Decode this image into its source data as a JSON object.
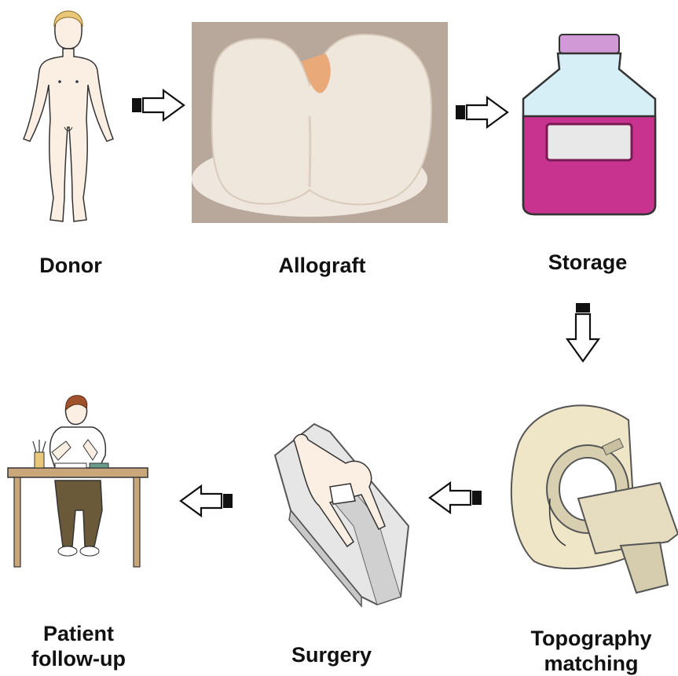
{
  "steps": {
    "donor": "Donor",
    "allograft": "Allograft",
    "storage": "Storage",
    "topography": "Topography\nmatching",
    "surgery": "Surgery",
    "followup": "Patient\nfollow-up"
  },
  "colors": {
    "skin": "#fbefe3",
    "outline": "#333333",
    "hair": "#e8c878",
    "graft_bg": "#b8a89c",
    "graft_tissue": "#efe6dc",
    "bottle_fluid": "#c7338f",
    "bottle_glass": "#d6eef6",
    "bottle_cap": "#d19ad6",
    "scanner": "#efe6c8",
    "desk": "#c9a77b",
    "pants": "#6b5a3a"
  },
  "icons": [
    "donor-figure-icon",
    "allograft-photo",
    "storage-bottle-icon",
    "mri-scanner-icon",
    "surgery-table-icon",
    "patient-at-desk-icon",
    "arrow-right-icon",
    "arrow-down-icon",
    "arrow-left-icon"
  ]
}
